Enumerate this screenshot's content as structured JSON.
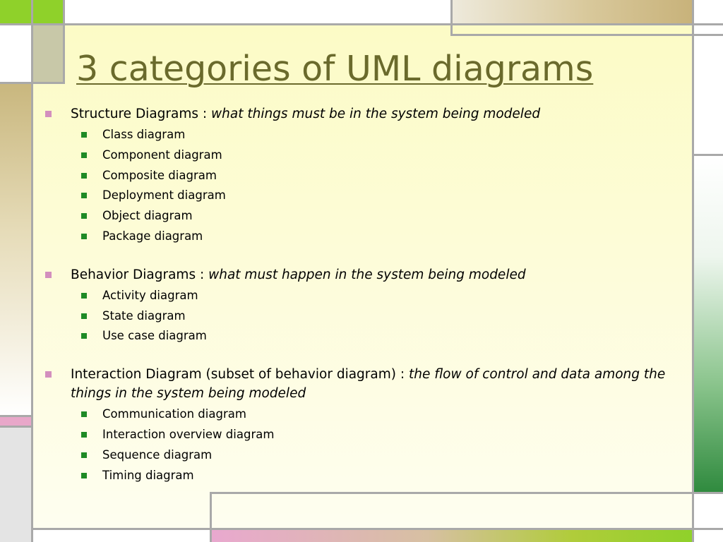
{
  "slide": {
    "title": "3 categories of UML diagrams",
    "sections": [
      {
        "heading": "Structure Diagrams",
        "separator": " : ",
        "description": "what things must be in the system being modeled",
        "items": [
          "Class diagram",
          "Component diagram",
          "Composite diagram",
          "Deployment diagram",
          "Object diagram",
          "Package diagram"
        ]
      },
      {
        "heading": "Behavior Diagrams",
        "separator": " : ",
        "description": "what must happen in the system being modeled",
        "items": [
          "Activity diagram",
          "State diagram",
          "Use case diagram"
        ]
      },
      {
        "heading": "Interaction Diagram (subset of behavior diagram)",
        "separator": " : ",
        "description": "the flow of control and data among the things in the system being modeled",
        "items": [
          "Communication diagram",
          "Interaction overview diagram",
          "Sequence diagram",
          "Timing diagram"
        ]
      }
    ]
  },
  "colors": {
    "title": "#6a6a2c",
    "level1_bullet": "#d38fbe",
    "level2_bullet": "#1e8a26",
    "panel_background": "#fdfcd8",
    "grid_lines": "#a9a9a9"
  }
}
